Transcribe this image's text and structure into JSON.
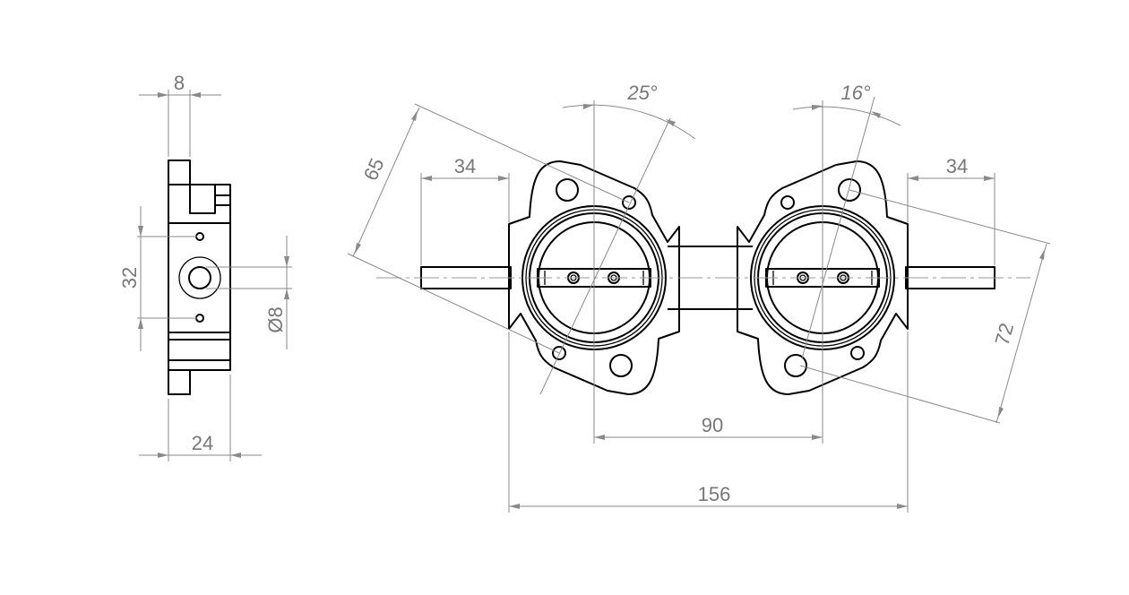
{
  "drawing": {
    "side_view": {
      "dimensions": {
        "top_width": "8",
        "hole_spacing": "32",
        "bore_diameter": "Ø8",
        "body_width": "24"
      }
    },
    "front_view": {
      "dimensions": {
        "left_pin_length": "34",
        "right_pin_length": "34",
        "left_hole_span": "65",
        "right_hole_span": "72",
        "left_angle": "25°",
        "right_angle": "16°",
        "center_distance": "90",
        "overall_width": "156"
      }
    }
  }
}
